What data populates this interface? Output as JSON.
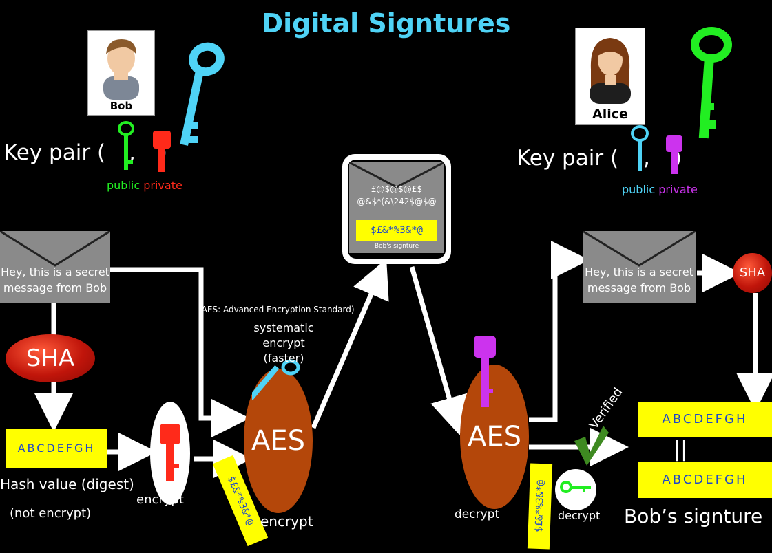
{
  "title": "Digital Signtures",
  "bob": {
    "name": "Bob",
    "keypair_label": "Key pair (",
    "keypair_sep": ",",
    "keypair_close": ")",
    "public": "public",
    "private": "private"
  },
  "alice": {
    "name": "Alice",
    "keypair_label": "Key pair (",
    "keypair_sep": ",",
    "keypair_close": ")",
    "public": "public",
    "private": "private"
  },
  "message": {
    "line1": "Hey, this is a secret",
    "line2": "message from Bob"
  },
  "sha": "SHA",
  "hash": "ABCDEFGH",
  "hash_caption": "Hash value (digest)",
  "not_encrypt": "(not encrypt)",
  "encrypt": "encrypt",
  "decrypt": "decrypt",
  "aes": "AES",
  "aes_note": "(AES: Advanced Encryption Standard)",
  "systematic": "systematic",
  "systematic_encrypt": "encrypt",
  "faster": "(faster)",
  "cipher_line1": "£@$@$@£$",
  "cipher_line2": "@&$*(&\\242$@$@",
  "cipher_sig": "$£&*%3&*@",
  "bobs_signature_small": "Bob's signture",
  "verified": "Verified",
  "equals": "||",
  "bobs_signature": "Bob’s signture",
  "colors": {
    "title": "#4fd3f6",
    "green": "#22ee22",
    "red": "#ff2a1a",
    "cyan": "#4fd3f6",
    "magenta": "#cc33ee",
    "yellow": "#ffff00",
    "aes": "#b4470a"
  }
}
